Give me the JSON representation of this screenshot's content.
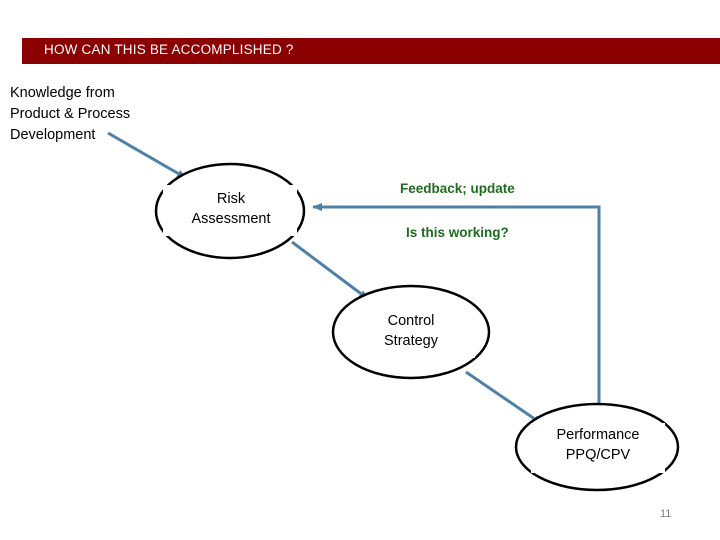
{
  "slide": {
    "title": "HOW CAN THIS BE ACCOMPLISHED ?",
    "title_bar_color": "#8B0000",
    "page_number": "11",
    "knowledge_lines": [
      "Knowledge from",
      "Product & Process",
      "Development"
    ],
    "nodes": [
      {
        "id": "risk-assessment",
        "lines": [
          "Risk",
          "Assessment"
        ]
      },
      {
        "id": "control-strategy",
        "lines": [
          "Control",
          "Strategy"
        ]
      },
      {
        "id": "performance",
        "lines": [
          "Performance",
          "PPQ/CPV"
        ]
      }
    ],
    "annotations": [
      {
        "id": "feedback",
        "text": "Feedback; update",
        "color": "#1F6B1F"
      },
      {
        "id": "is-this-working",
        "text": "Is this working?",
        "color": "#1F6B1F"
      }
    ],
    "connector_color": "#4F81A8"
  }
}
